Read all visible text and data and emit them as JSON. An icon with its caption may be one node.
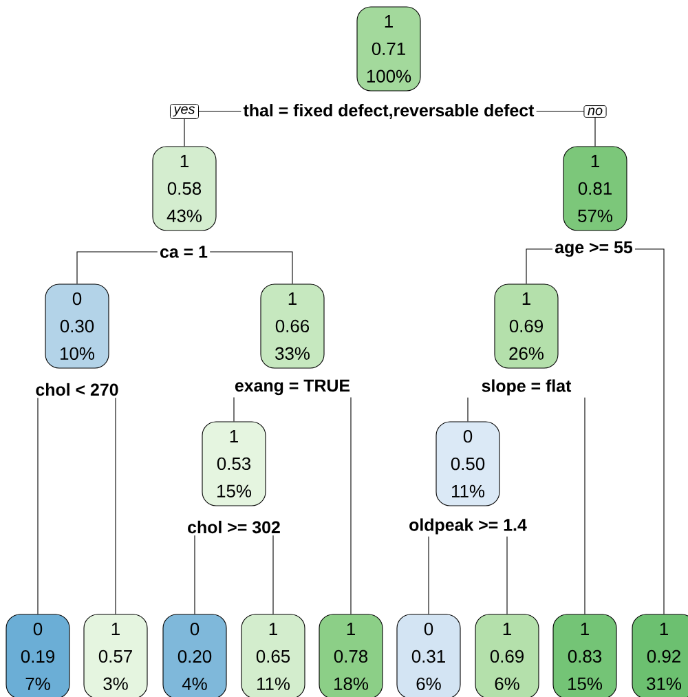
{
  "diagram": {
    "nodes": [
      {
        "text": [
          "1",
          "0.71",
          "100%"
        ]
      },
      {
        "text": [
          "thal = fixed defect,reversable defect"
        ]
      },
      {
        "text": [
          "1",
          "0.58",
          "43%"
        ]
      },
      {
        "text": [
          "1",
          "0.81",
          "57%"
        ]
      },
      {
        "text": [
          "ca = 1"
        ]
      },
      {
        "text": [
          "age >= 55"
        ]
      },
      {
        "text": [
          "0",
          "0.30",
          "10%"
        ]
      },
      {
        "text": [
          "1",
          "0.66",
          "33%"
        ]
      },
      {
        "text": [
          "1",
          "0.69",
          "26%"
        ]
      },
      {
        "text": [
          "chol < 270"
        ]
      },
      {
        "text": [
          "exang = TRUE"
        ]
      },
      {
        "text": [
          "slope = flat"
        ]
      },
      {
        "text": [
          "1",
          "0.53",
          "15%"
        ]
      },
      {
        "text": [
          "0",
          "0.50",
          "11%"
        ]
      },
      {
        "text": [
          "chol >= 302"
        ]
      },
      {
        "text": [
          "oldpeak >= 1.4"
        ]
      },
      {
        "text": [
          "0",
          "0.19",
          "7%"
        ]
      },
      {
        "text": [
          "1",
          "0.57",
          "3%"
        ]
      },
      {
        "text": [
          "0",
          "0.20",
          "4%"
        ]
      },
      {
        "text": [
          "1",
          "0.65",
          "11%"
        ]
      },
      {
        "text": [
          "1",
          "0.78",
          "18%"
        ]
      },
      {
        "text": [
          "0",
          "0.31",
          "6%"
        ]
      },
      {
        "text": [
          "1",
          "0.69",
          "6%"
        ]
      },
      {
        "text": [
          "1",
          "0.83",
          "15%"
        ]
      },
      {
        "text": [
          "1",
          "0.92",
          "31%"
        ]
      }
    ],
    "edges": [
      {
        "from": 1,
        "to": 2,
        "arrow": "none",
        "label": "yes"
      },
      {
        "from": 1,
        "to": 3,
        "arrow": "none",
        "label": "no"
      },
      {
        "from": 4,
        "to": 6,
        "arrow": "none"
      },
      {
        "from": 4,
        "to": 7,
        "arrow": "none"
      },
      {
        "from": 5,
        "to": 8,
        "arrow": "none"
      },
      {
        "from": 5,
        "to": 24,
        "arrow": "none"
      },
      {
        "from": 9,
        "to": 16,
        "arrow": "none"
      },
      {
        "from": 9,
        "to": 17,
        "arrow": "none"
      },
      {
        "from": 10,
        "to": 12,
        "arrow": "none"
      },
      {
        "from": 10,
        "to": 20,
        "arrow": "none"
      },
      {
        "from": 11,
        "to": 13,
        "arrow": "none"
      },
      {
        "from": 11,
        "to": 23,
        "arrow": "none"
      },
      {
        "from": 14,
        "to": 18,
        "arrow": "none"
      },
      {
        "from": 14,
        "to": 19,
        "arrow": "none"
      },
      {
        "from": 15,
        "to": 21,
        "arrow": "none"
      },
      {
        "from": 15,
        "to": 22,
        "arrow": "none"
      }
    ]
  }
}
